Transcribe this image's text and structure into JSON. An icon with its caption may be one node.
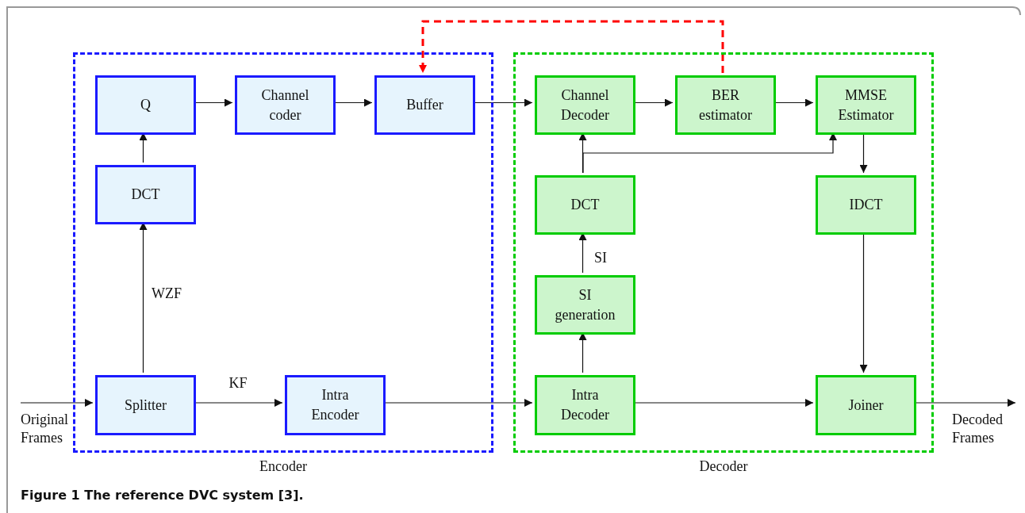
{
  "diagram": {
    "caption": "Figure 1 The reference DVC system [3].",
    "nodes": [
      {
        "text": [
          "Encoder"
        ]
      },
      {
        "text": [
          "Q"
        ],
        "in": 0
      },
      {
        "text": [
          "Channel coder"
        ],
        "in": 0
      },
      {
        "text": [
          "Buffer"
        ],
        "in": 0
      },
      {
        "text": [
          "DCT"
        ],
        "in": 0
      },
      {
        "text": [
          "Splitter"
        ],
        "in": 0
      },
      {
        "text": [
          "Intra Encoder"
        ],
        "in": 0
      },
      {
        "text": [
          "Decoder"
        ]
      },
      {
        "text": [
          "Channel Decoder"
        ],
        "in": 7
      },
      {
        "text": [
          "BER estimator"
        ],
        "in": 7
      },
      {
        "text": [
          "MMSE Estimator"
        ],
        "in": 7
      },
      {
        "text": [
          "DCT"
        ],
        "in": 7
      },
      {
        "text": [
          "IDCT"
        ],
        "in": 7
      },
      {
        "text": [
          "SI generation"
        ],
        "in": 7
      },
      {
        "text": [
          "Intra Decoder"
        ],
        "in": 7
      },
      {
        "text": [
          "Joiner"
        ],
        "in": 7
      },
      {
        "text": [
          "Original Frames"
        ]
      },
      {
        "text": [
          "Decoded Frames"
        ]
      }
    ],
    "edges": [
      {
        "from": 16,
        "to": 5,
        "arrow": "to"
      },
      {
        "from": 5,
        "to": 6,
        "arrow": "to",
        "label": "KF"
      },
      {
        "from": 5,
        "to": 4,
        "arrow": "to",
        "label": "WZF"
      },
      {
        "from": 4,
        "to": 1,
        "arrow": "to"
      },
      {
        "from": 1,
        "to": 2,
        "arrow": "to"
      },
      {
        "from": 2,
        "to": 3,
        "arrow": "to"
      },
      {
        "from": 3,
        "to": 8,
        "arrow": "to"
      },
      {
        "from": 8,
        "to": 9,
        "arrow": "to"
      },
      {
        "from": 9,
        "to": 10,
        "arrow": "to"
      },
      {
        "from": 9,
        "to": 3,
        "arrow": "to",
        "style": "dashed",
        "color": "#ff0000"
      },
      {
        "from": 11,
        "to": 8,
        "arrow": "to"
      },
      {
        "from": 11,
        "to": 10,
        "arrow": "to"
      },
      {
        "from": 10,
        "to": 12,
        "arrow": "to"
      },
      {
        "from": 12,
        "to": 15,
        "arrow": "to"
      },
      {
        "from": 6,
        "to": 14,
        "arrow": "to"
      },
      {
        "from": 14,
        "to": 13,
        "arrow": "to"
      },
      {
        "from": 13,
        "to": 11,
        "arrow": "to",
        "label": "SI"
      },
      {
        "from": 14,
        "to": 15,
        "arrow": "to"
      },
      {
        "from": 15,
        "to": 17,
        "arrow": "to"
      }
    ]
  }
}
